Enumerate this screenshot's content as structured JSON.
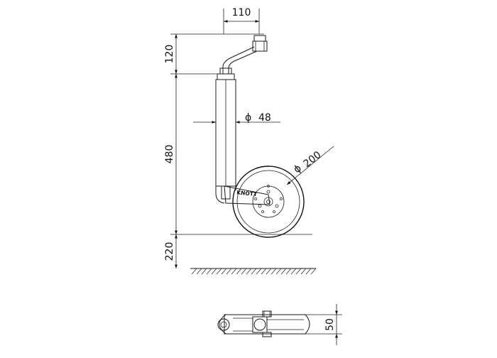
{
  "drawing": {
    "dimensions": {
      "crank_offset": "110",
      "crank_height": "120",
      "tube_diameter": "48",
      "total_height": "480",
      "wheel_diameter": "200",
      "ground_clearance": "220",
      "wheel_width": "50"
    },
    "diameter_symbol": "ϕ",
    "brand": "KNOTT"
  }
}
